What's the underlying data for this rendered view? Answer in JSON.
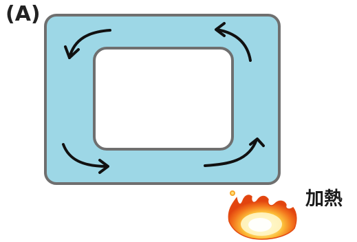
{
  "panel_label": "(A)",
  "heat_label": "加熱",
  "colors": {
    "water": "#9dd7e6",
    "container_outline": "#6f6f6f",
    "inner_hole": "#ffffff",
    "arrow": "#111111",
    "flame_outer": "#f05a16",
    "flame_mid": "#fba22a",
    "flame_core": "#fff8c4"
  },
  "arrows": [
    {
      "direction": "left",
      "position": "top-left"
    },
    {
      "direction": "up",
      "position": "top-right"
    },
    {
      "direction": "right",
      "position": "bottom-left"
    },
    {
      "direction": "up",
      "position": "bottom-right"
    }
  ],
  "icons": [
    "fire-icon"
  ]
}
